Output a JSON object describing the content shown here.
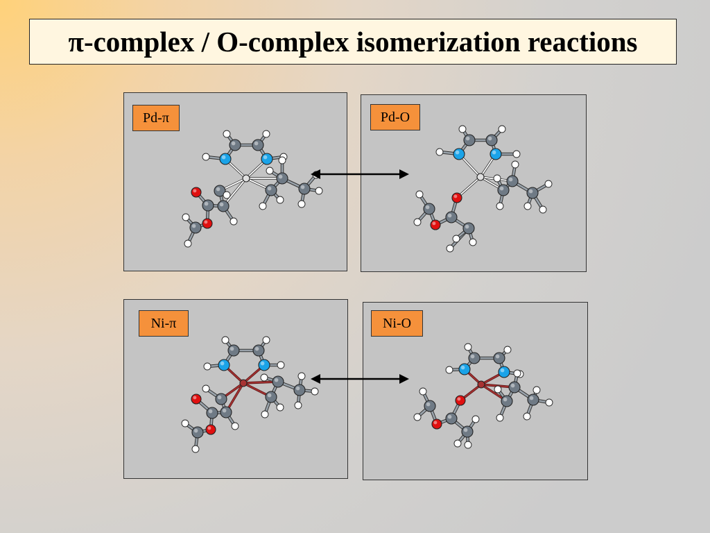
{
  "slide": {
    "title": "π-complex / O-complex isomerization reactions"
  },
  "panels": [
    {
      "id": "pd-pi",
      "label": "Pd-π",
      "metal": "Pd",
      "complex": "pi",
      "metal_color": "#e0e0e0",
      "bond_color": "#ffffff"
    },
    {
      "id": "pd-o",
      "label": "Pd-O",
      "metal": "Pd",
      "complex": "O",
      "metal_color": "#e0e0e0",
      "bond_color": "#ffffff"
    },
    {
      "id": "ni-pi",
      "label": "Ni-π",
      "metal": "Ni",
      "complex": "pi",
      "metal_color": "#a83232",
      "bond_color": "#a83232"
    },
    {
      "id": "ni-o",
      "label": "Ni-O",
      "metal": "Ni",
      "complex": "O",
      "metal_color": "#a83232",
      "bond_color": "#a83232"
    }
  ],
  "arrows": [
    {
      "name": "pd-equilibrium-arrow",
      "type": "double-headed"
    },
    {
      "name": "ni-equilibrium-arrow",
      "type": "double-headed"
    }
  ],
  "atom_colors": {
    "carbon": "#6f7a85",
    "hydrogen": "#ffffff",
    "nitrogen": "#1aa3e8",
    "oxygen": "#e01010"
  },
  "colors": {
    "panel_background": "#c4c4c4",
    "label_background": "#f5913b",
    "title_background": "#fff6e0"
  }
}
